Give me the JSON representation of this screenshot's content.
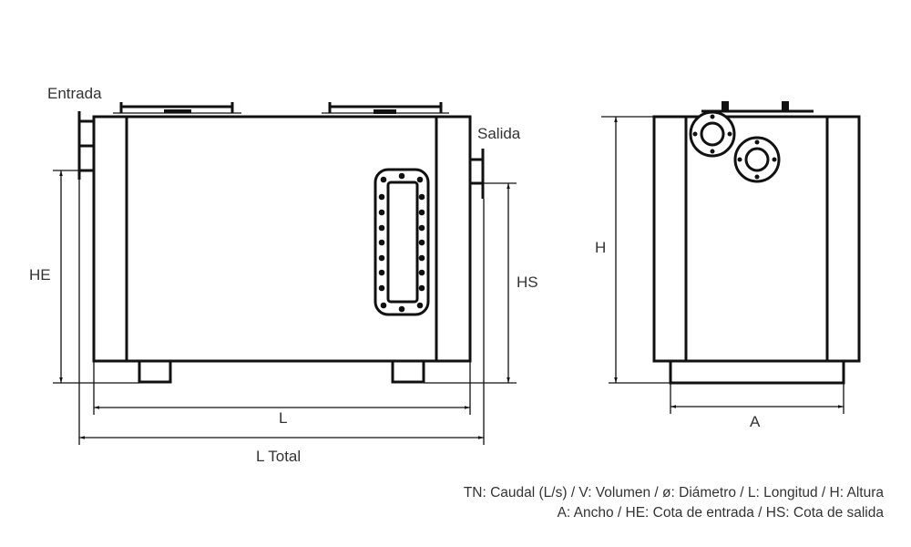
{
  "front_view": {
    "inlet_label": "Entrada",
    "outlet_label": "Salida",
    "he_label": "HE",
    "hs_label": "HS",
    "l_label": "L",
    "l_total_label": "L Total"
  },
  "side_view": {
    "h_label": "H",
    "a_label": "A"
  },
  "legend": {
    "line1": "TN: Caudal (L/s) / V: Volumen / ø: Diámetro / L: Longitud / H: Altura",
    "line2": "A: Ancho / HE: Cota de entrada / HS: Cota de salida"
  }
}
